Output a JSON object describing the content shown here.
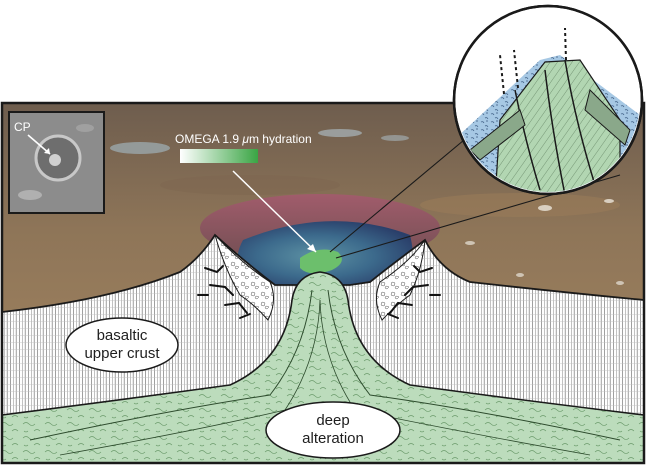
{
  "labels": {
    "cp": "CP",
    "omega_prefix": "OMEGA 1.9 ",
    "omega_mu": "μ",
    "omega_suffix": "m hydration",
    "upper_crust_line1": "basaltic",
    "upper_crust_line2": "upper crust",
    "deep_line1": "deep",
    "deep_line2": "alteration"
  },
  "colors": {
    "terrain_base": "#8a7258",
    "crater_rim": "#7e4a5a",
    "crater_floor": "#3d6f8c",
    "hydration_green": "#6cbf6c",
    "alteration_fill": "#b9dcb9",
    "crust_lines": "#8a8a8a",
    "outline": "#1a1a1a",
    "inset_blue": "#a6c8e4"
  },
  "icons": {
    "arrow": "white-arrow-icon",
    "cp_arrow": "cp-arrow-icon"
  }
}
